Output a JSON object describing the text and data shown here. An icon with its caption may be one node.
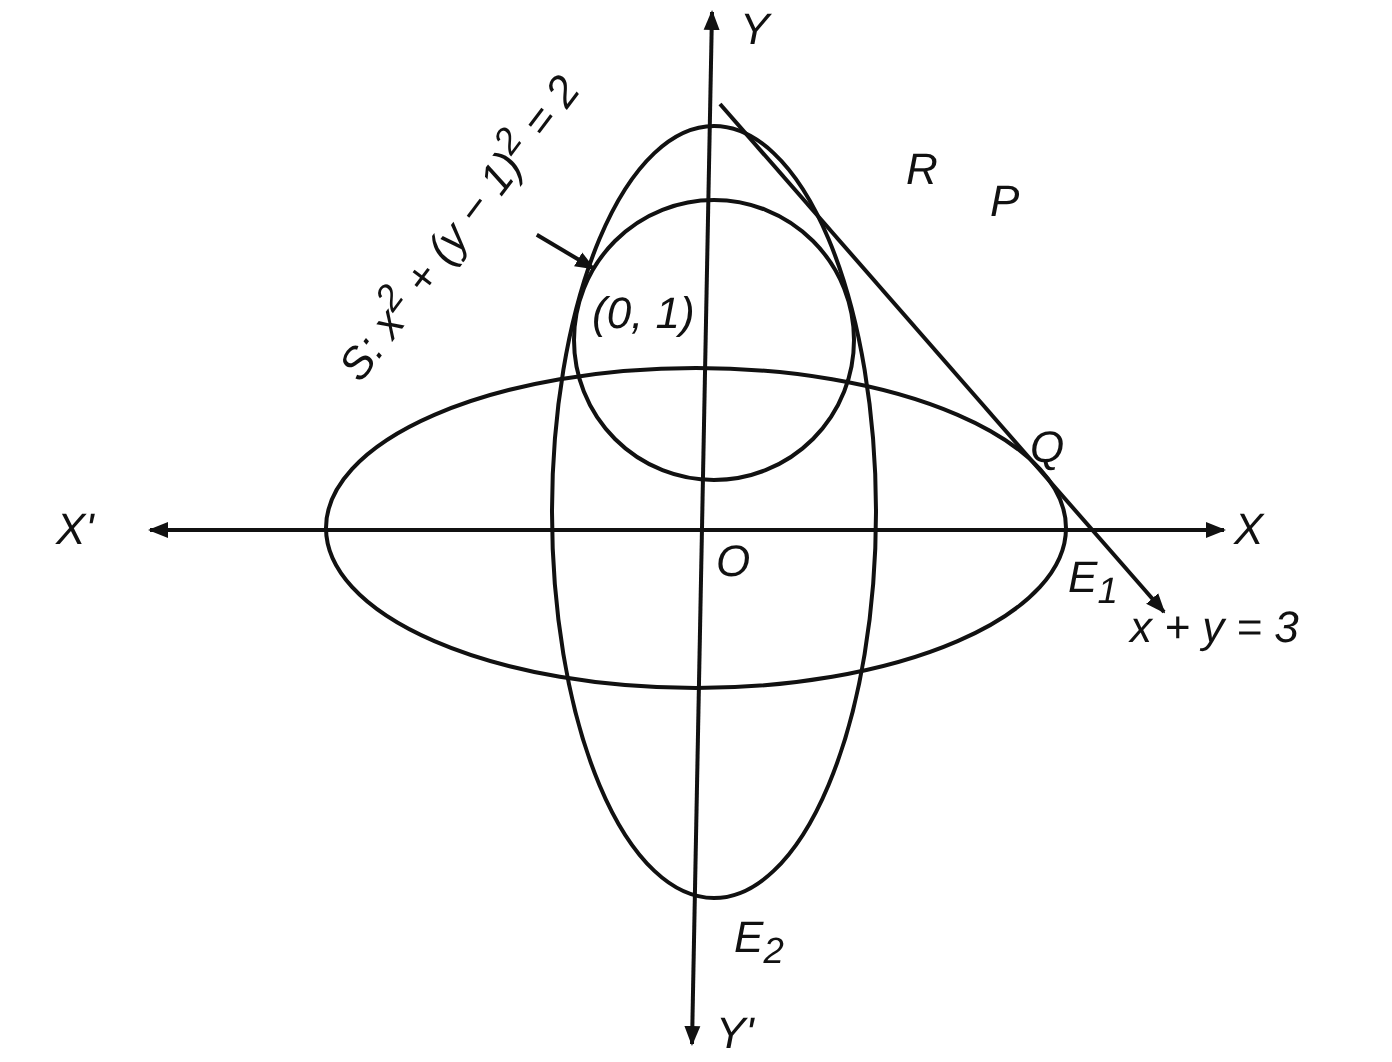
{
  "diagram": {
    "nodes": [
      {
        "text": [
          "S: x$^{2}$ + (y − 1)$^{2}$ = 2"
        ]
      },
      {
        "text": [],
        "shape": "circle"
      }
    ],
    "edges": [
      {
        "from": 0,
        "to": 1,
        "arrow": "to"
      }
    ],
    "labels": [
      "Y",
      "R",
      "P",
      "(0, 1)",
      "Q",
      "X'",
      "X",
      "O",
      "E$_{1}$",
      "x + y = 3",
      "E$_{2}$",
      "Y'"
    ]
  }
}
